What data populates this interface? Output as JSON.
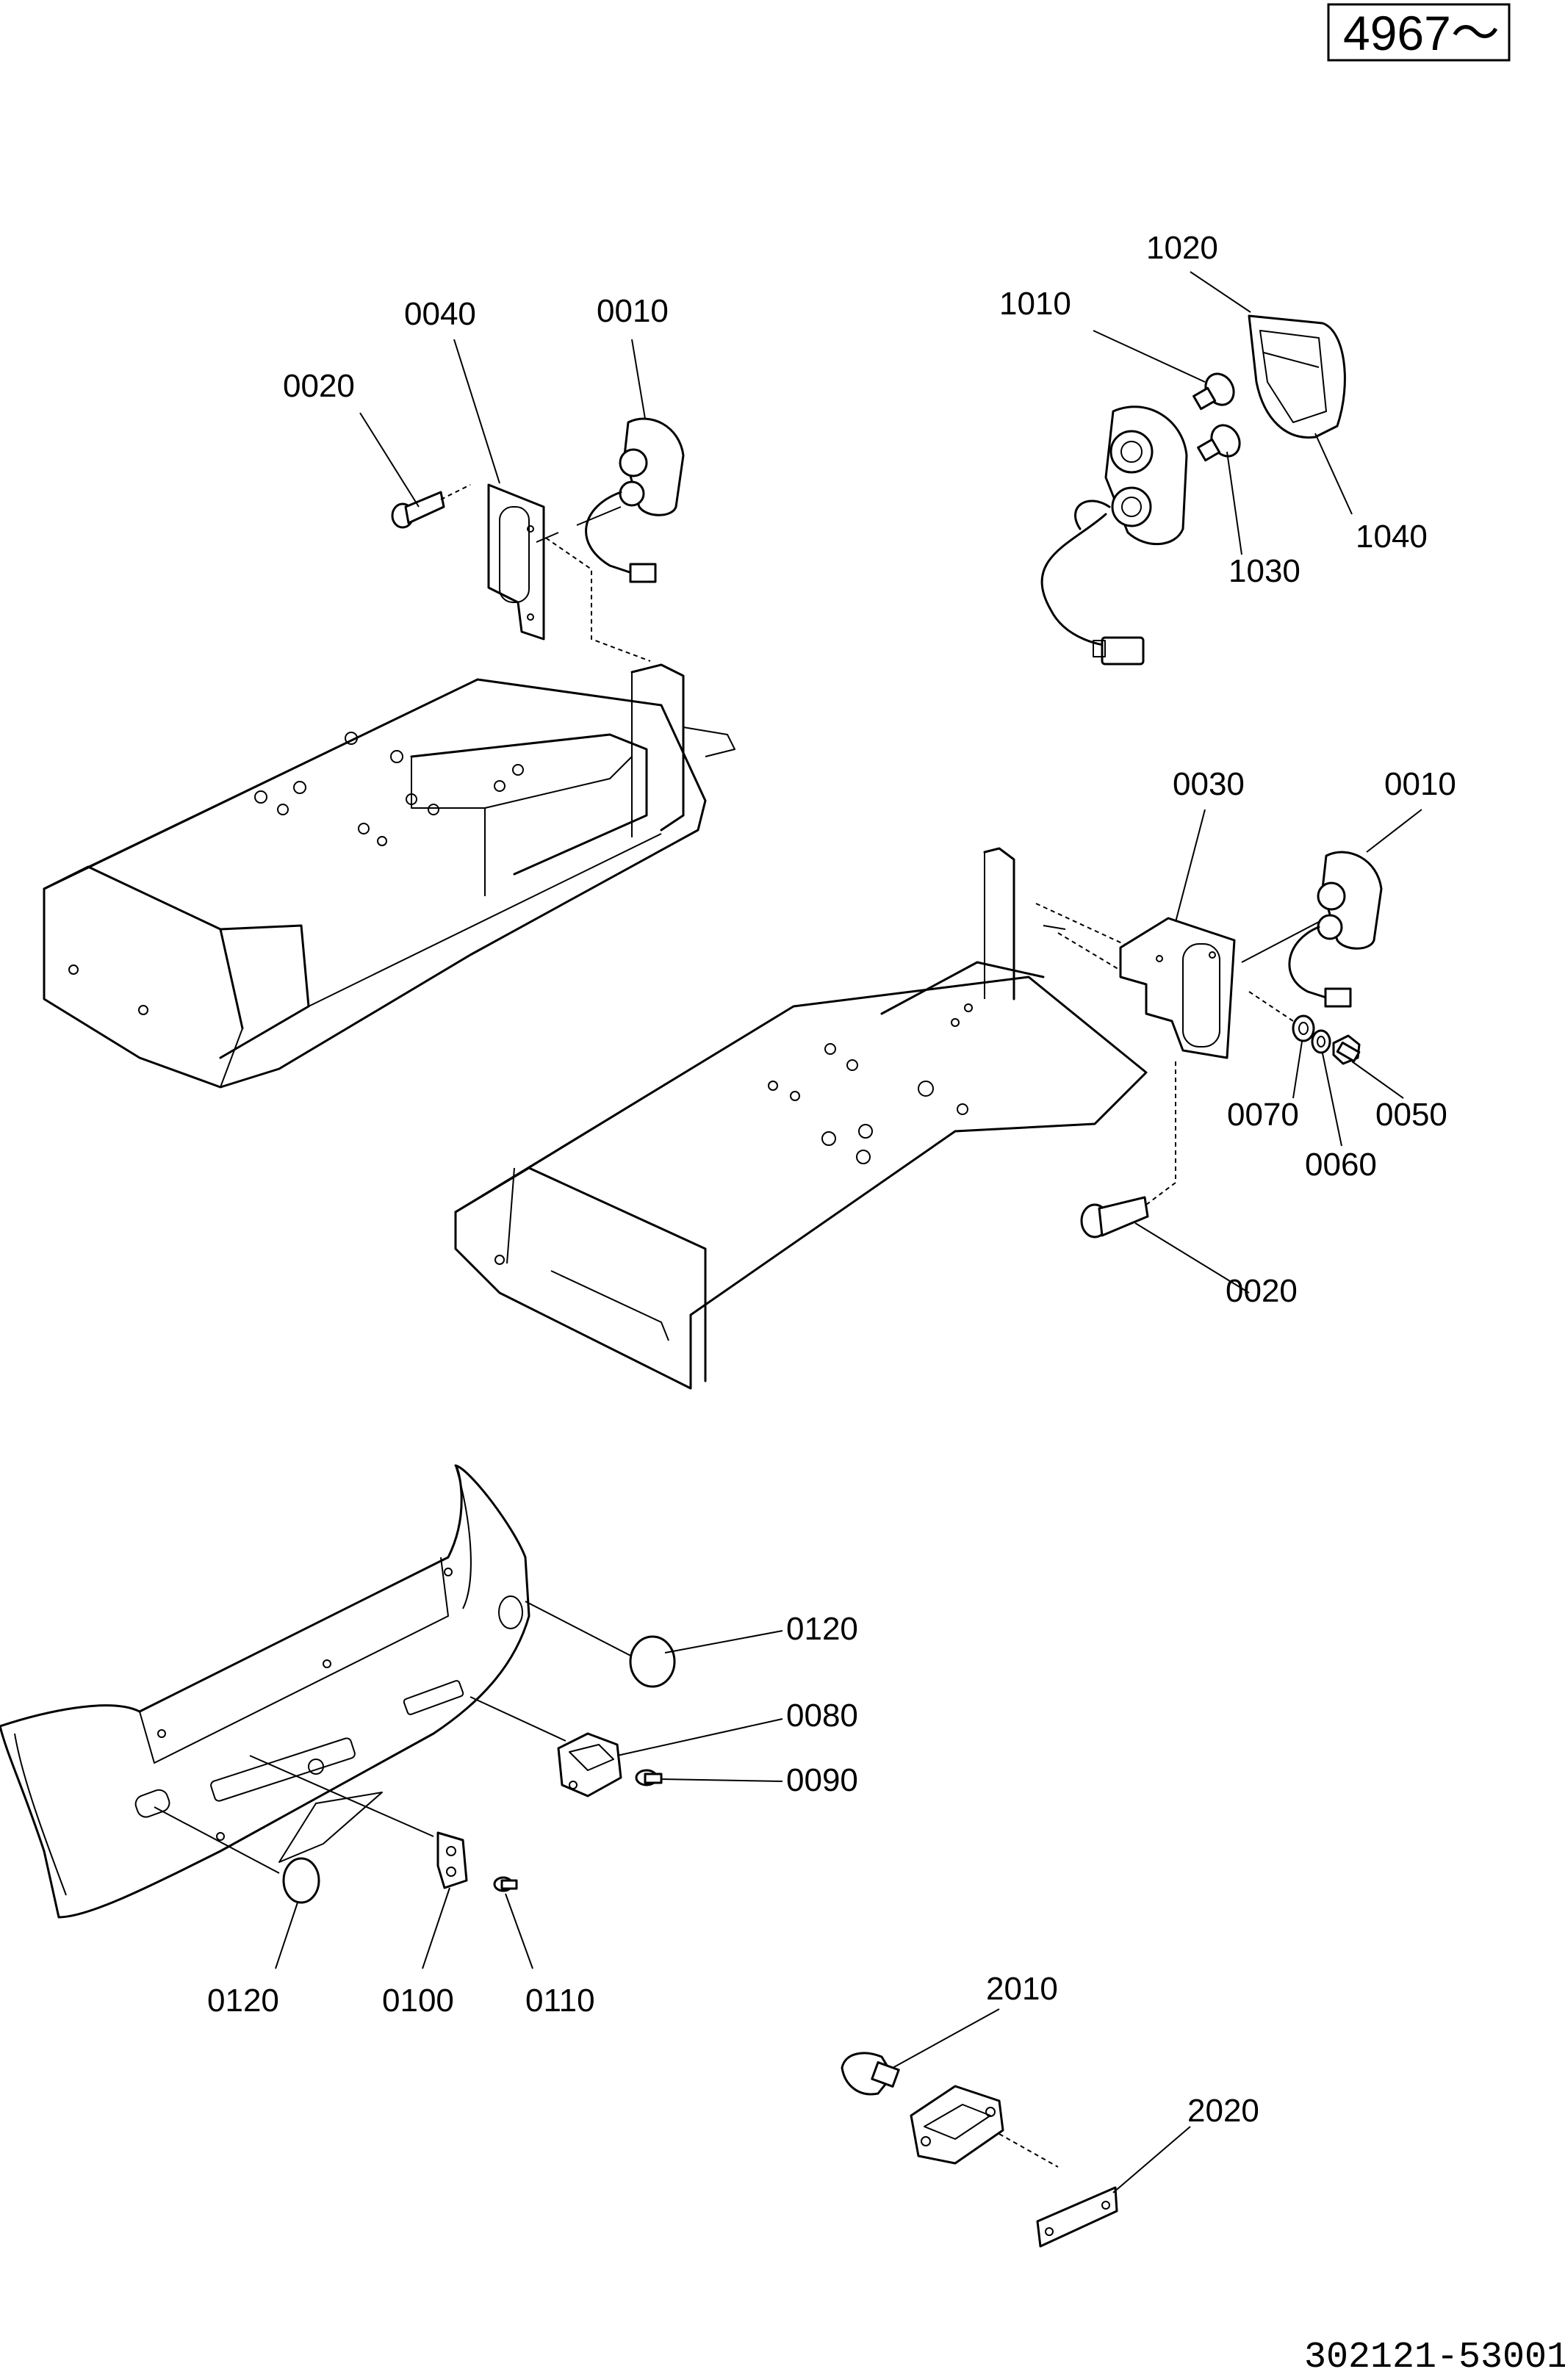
{
  "serial_range": "4967〜",
  "drawing_number": "302121-53001",
  "callouts": {
    "rl_0040": "0040",
    "rl_0010": "0010",
    "rl_0020": "0020",
    "lamp_1020": "1020",
    "lamp_1010": "1010",
    "lamp_1030": "1030",
    "lamp_1040": "1040",
    "rr_0030": "0030",
    "rr_0010": "0010",
    "rr_0070": "0070",
    "rr_0060": "0060",
    "rr_0050": "0050",
    "rr_0020": "0020",
    "bp_0120_a": "0120",
    "bp_0080": "0080",
    "bp_0090": "0090",
    "bp_0120_b": "0120",
    "bp_0100": "0100",
    "bp_0110": "0110",
    "pl_2010": "2010",
    "pl_2020": "2020"
  }
}
